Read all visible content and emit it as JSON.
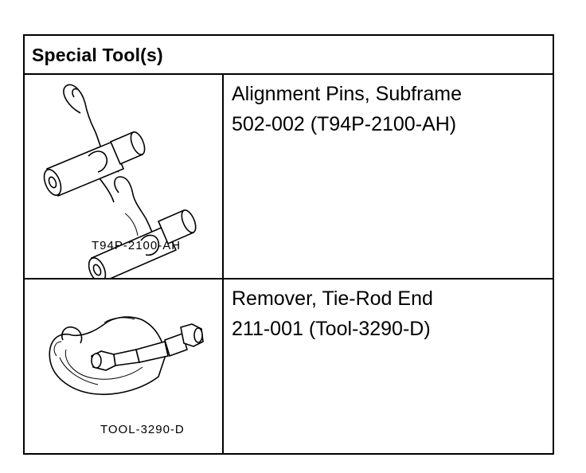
{
  "header": {
    "title": "Special Tool(s)"
  },
  "tools": [
    {
      "name": "Alignment Pins, Subframe",
      "number": "502-002 (T94P-2100-AH)",
      "illustration_label": "T94P-2100-AH",
      "illustration_icon": "alignment-pins-drawing"
    },
    {
      "name": "Remover, Tie-Rod End",
      "number": "211-001 (Tool-3290-D)",
      "illustration_label": "TOOL-3290-D",
      "illustration_icon": "tie-rod-end-remover-drawing"
    }
  ]
}
